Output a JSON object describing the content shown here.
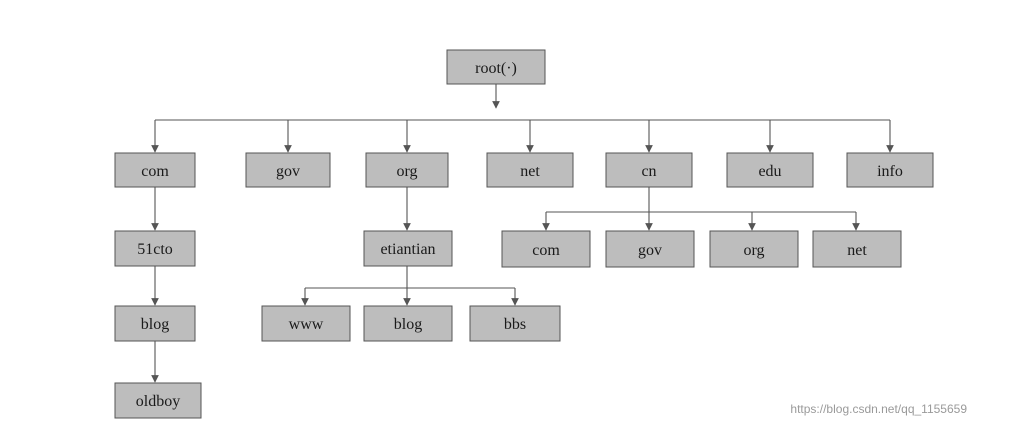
{
  "tree": {
    "root": "root(·)",
    "top_level": [
      "com",
      "gov",
      "org",
      "net",
      "cn",
      "edu",
      "info"
    ],
    "com_chain": [
      "51cto",
      "blog",
      "oldboy"
    ],
    "org_child": "etiantian",
    "etiantian_children": [
      "www",
      "blog",
      "bbs"
    ],
    "cn_children": [
      "com",
      "gov",
      "org",
      "net"
    ]
  },
  "watermark": "https://blog.csdn.net/qq_1155659"
}
